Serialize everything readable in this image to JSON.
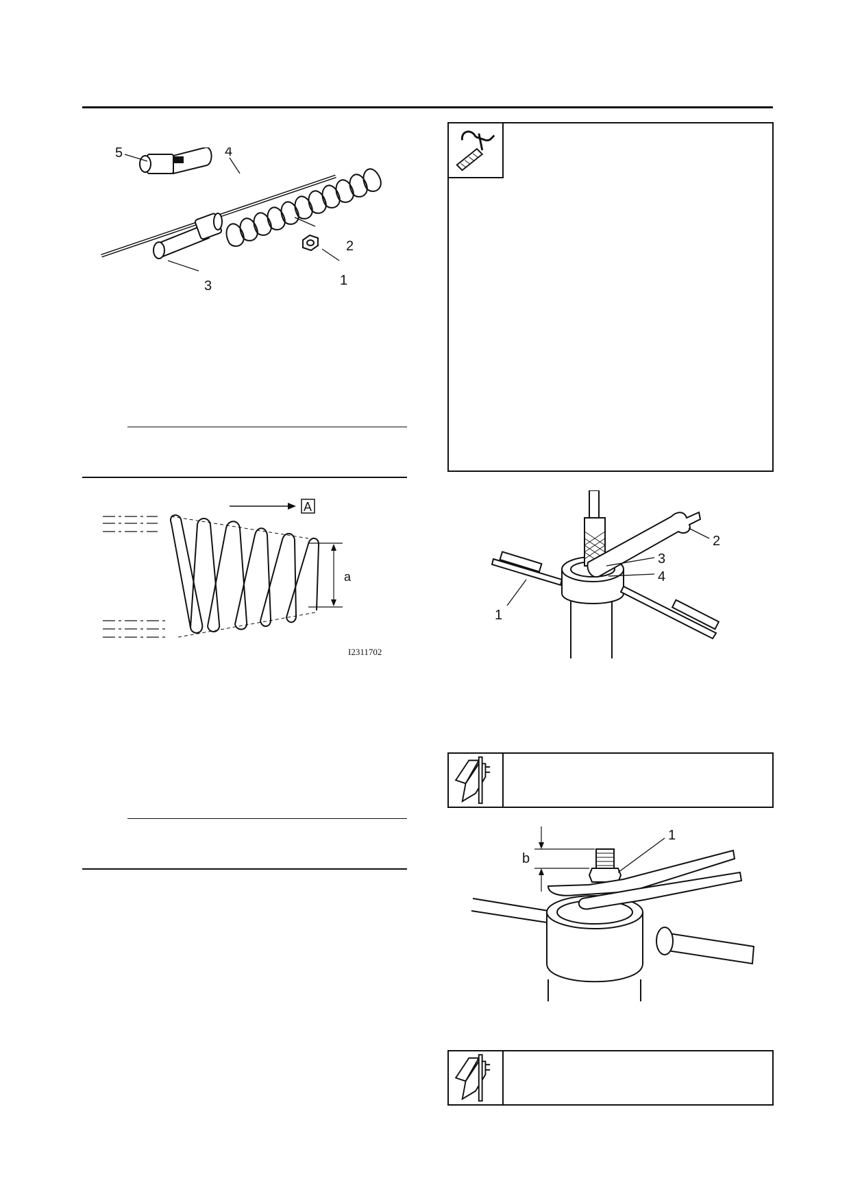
{
  "fig_fork_parts": {
    "callouts": [
      "5",
      "4",
      "2",
      "3",
      "1"
    ]
  },
  "fig_spring": {
    "view_label": "A",
    "dimension_label": "a",
    "image_code": "I2311702"
  },
  "fig_damper_tool": {
    "callouts": [
      "1",
      "2",
      "3",
      "4"
    ]
  },
  "fig_locknut": {
    "dimension_label": "b",
    "callouts": [
      "1"
    ]
  },
  "icons": {
    "special_tool": "special-tool-icon",
    "measurement": "caliper-icon"
  }
}
